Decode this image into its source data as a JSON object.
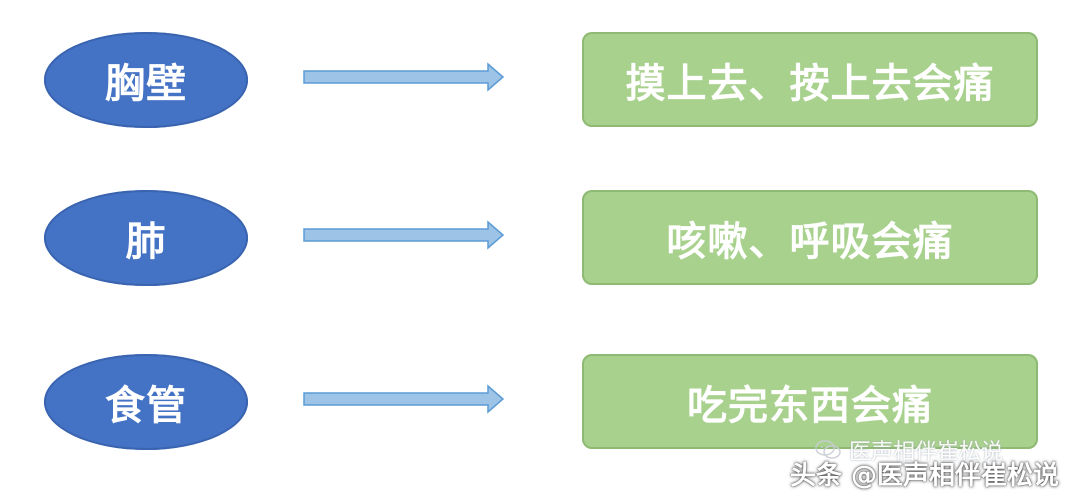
{
  "diagram": {
    "rows": [
      {
        "source": "胸壁",
        "result": "摸上去、按上去会痛"
      },
      {
        "source": "肺",
        "result": "咳嗽、呼吸会痛"
      },
      {
        "source": "食管",
        "result": "吃完东西会痛"
      }
    ]
  },
  "watermark": {
    "text": "医声相伴崔松说",
    "icon": "wechat-icon"
  },
  "credit": {
    "text": "头条 @医声相伴崔松说"
  },
  "colors": {
    "ellipse_fill": "#4472c4",
    "box_fill": "#a9d18e",
    "arrow_fill": "#9dc3e6",
    "arrow_stroke": "#5b9bd5",
    "text": "#ffffff"
  }
}
